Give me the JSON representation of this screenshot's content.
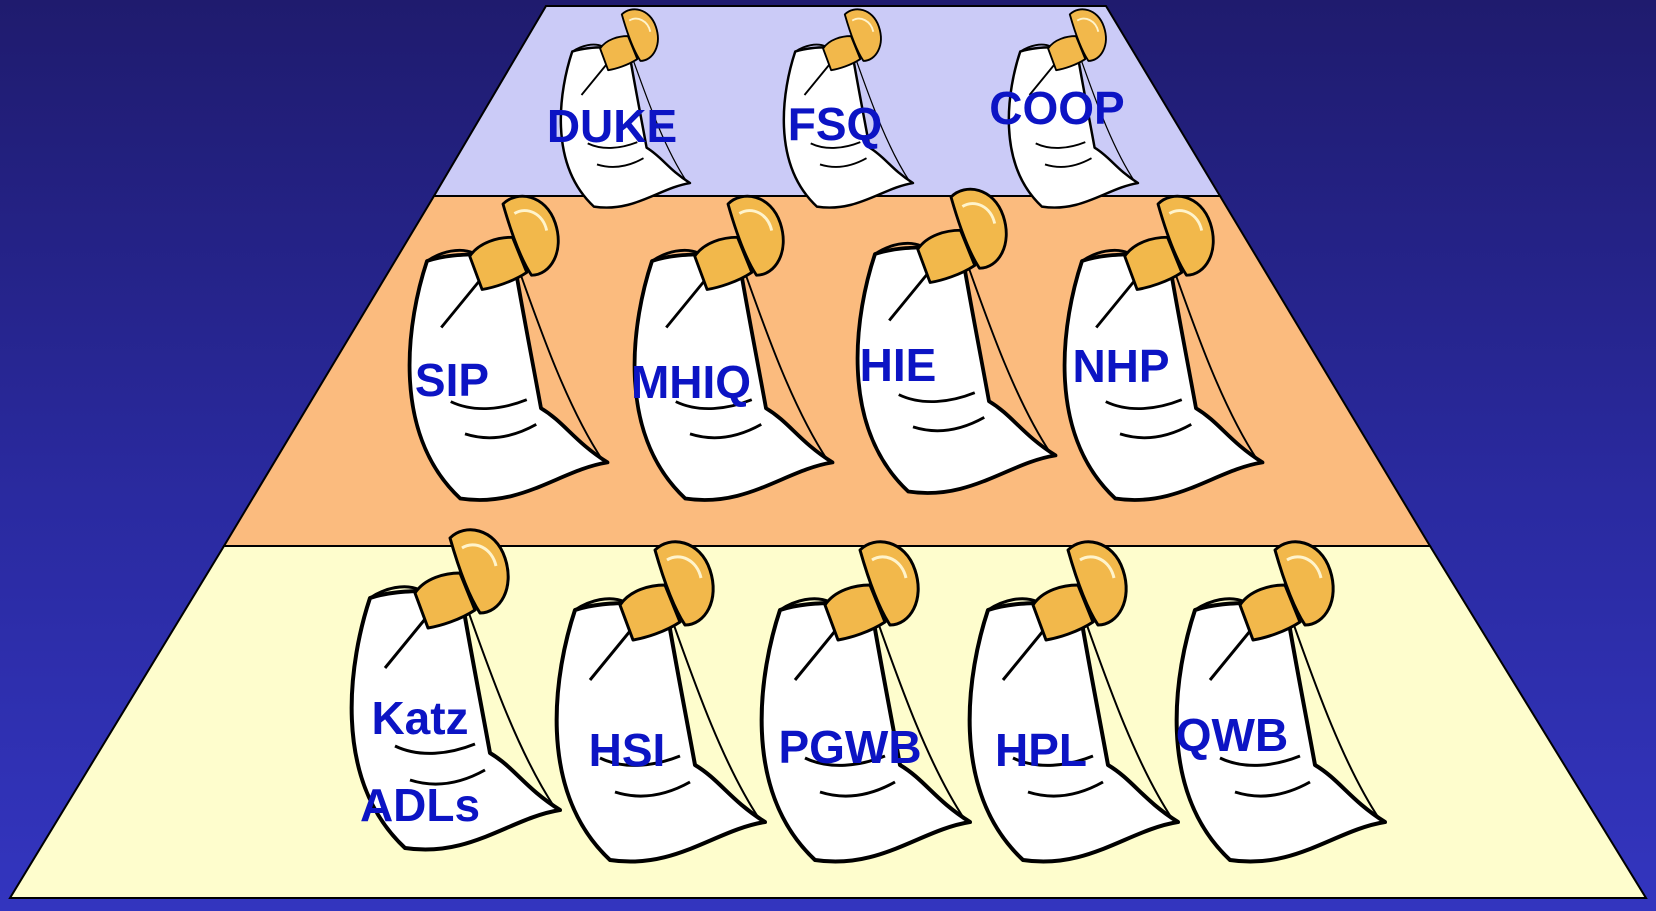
{
  "colors": {
    "tier_top": "#cbcbf7",
    "tier_middle": "#fbbb7e",
    "tier_bottom": "#fefdcd",
    "label_text": "#0c14c4",
    "note_paper": "#ffffff",
    "pin": "#f2b84b"
  },
  "icons": {
    "note": "pinned-note-icon"
  },
  "pyramid": {
    "tiers": [
      {
        "name": "top",
        "notes": [
          {
            "label": "DUKE"
          },
          {
            "label": "FSQ"
          },
          {
            "label": "COOP"
          }
        ]
      },
      {
        "name": "middle",
        "notes": [
          {
            "label": "SIP"
          },
          {
            "label": "MHIQ"
          },
          {
            "label": "HIE"
          },
          {
            "label": "NHP"
          }
        ]
      },
      {
        "name": "bottom",
        "notes": [
          {
            "label": "Katz",
            "label2": "ADLs"
          },
          {
            "label": "HSI"
          },
          {
            "label": "PGWB"
          },
          {
            "label": "HPL"
          },
          {
            "label": "QWB"
          }
        ]
      }
    ]
  }
}
